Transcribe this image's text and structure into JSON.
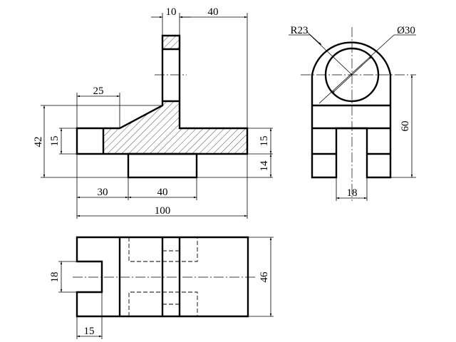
{
  "front_view": {
    "dims": {
      "top_plate_thickness": "10",
      "top_offset": "40",
      "rib_length": "25",
      "overall_height": "42",
      "left_slot_height": "15",
      "right_base_height": "15",
      "right_boss_height": "14",
      "boss_offset": "30",
      "boss_width": "40",
      "overall_length": "100"
    }
  },
  "side_view": {
    "dims": {
      "outer_radius": "R23",
      "hole_diameter": "Ø30",
      "height_to_center": "60",
      "slot_width": "18"
    }
  },
  "top_view": {
    "dims": {
      "slot_width": "18",
      "overall_width": "46",
      "slot_depth": "15"
    }
  }
}
